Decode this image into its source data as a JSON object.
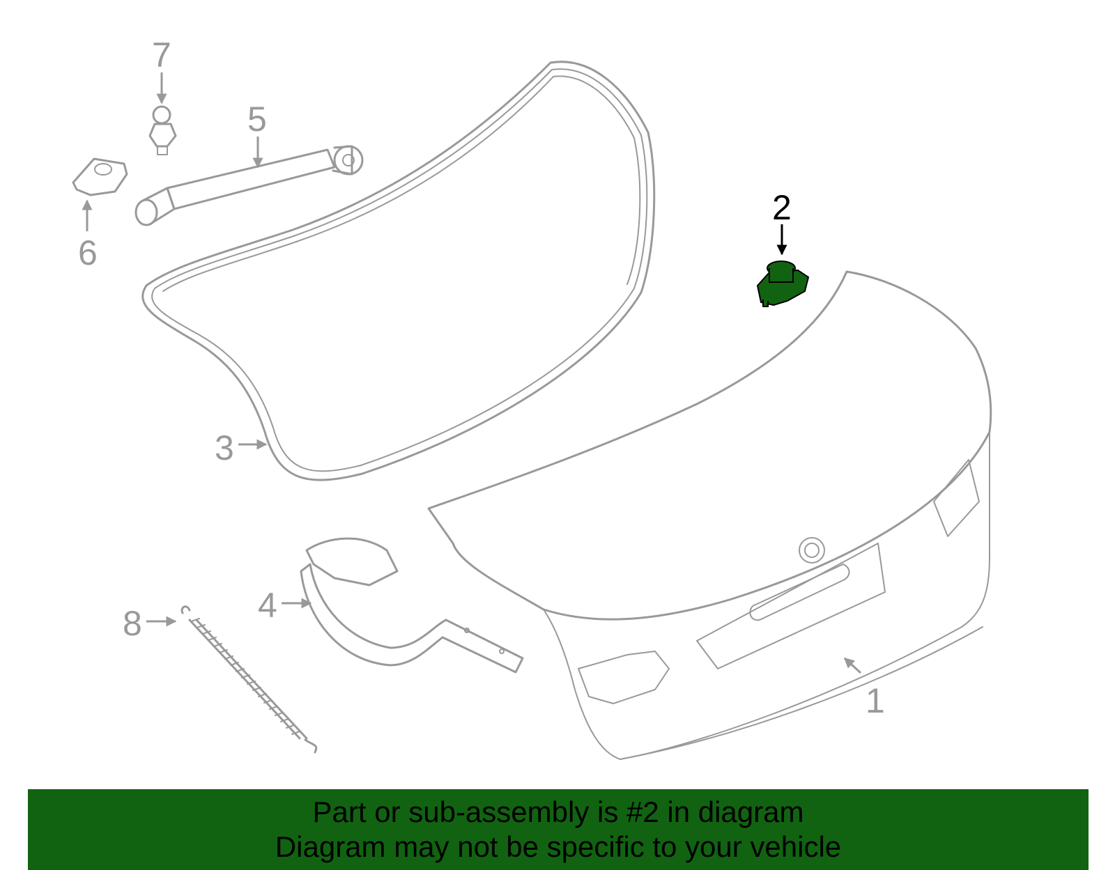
{
  "diagram": {
    "callouts": [
      {
        "id": "1",
        "label": "1"
      },
      {
        "id": "2",
        "label": "2"
      },
      {
        "id": "3",
        "label": "3"
      },
      {
        "id": "4",
        "label": "4"
      },
      {
        "id": "5",
        "label": "5"
      },
      {
        "id": "6",
        "label": "6"
      },
      {
        "id": "7",
        "label": "7"
      },
      {
        "id": "8",
        "label": "8"
      }
    ],
    "highlighted_part": "2",
    "colors": {
      "outline": "#999999",
      "highlight_part": "#116311",
      "banner": "#116311",
      "text": "#000000"
    }
  },
  "banner": {
    "line1": "Part or sub-assembly is #2 in diagram",
    "line2": "Diagram may not be specific to your vehicle"
  }
}
